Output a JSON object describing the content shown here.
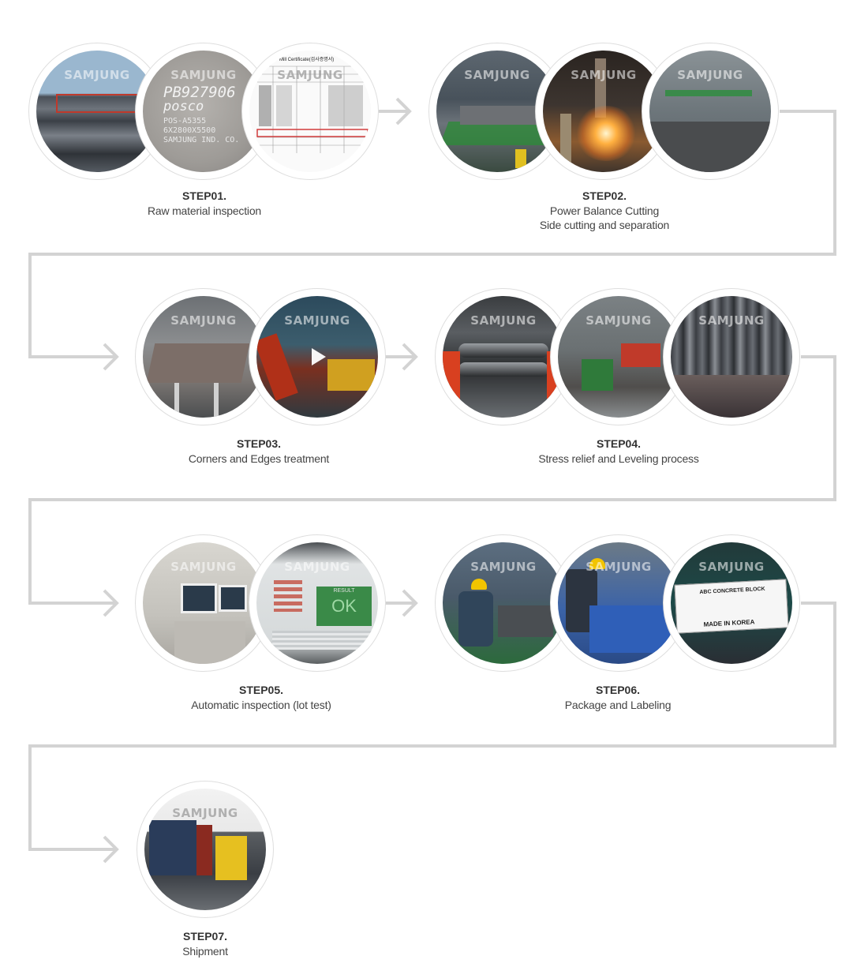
{
  "brand_watermark": "SAMJUNG",
  "colors": {
    "connector": "#d3d3d3",
    "circle_border": "#dedede",
    "text": "#333333"
  },
  "steps": [
    {
      "step": "STEP01.",
      "desc_lines": [
        "Raw material inspection"
      ],
      "photos": [
        "steel-plates-stack-photo",
        "posco-stamp-photo",
        "mill-certificate-photo"
      ],
      "stamp_text": [
        "PB927906",
        "posco",
        "POS-A5355",
        "6X2800X5500",
        "SAMJUNG IND. CO."
      ],
      "doc_title": "Mill Certificate(검사증명서)"
    },
    {
      "step": "STEP02.",
      "desc_lines": [
        "Power Balance Cutting",
        "Side cutting and separation"
      ],
      "photos": [
        "cutting-line-photo",
        "flame-cutting-photo",
        "cutting-hall-photo"
      ]
    },
    {
      "step": "STEP03.",
      "desc_lines": [
        "Corners and Edges treatment"
      ],
      "photos": [
        "edge-conveyor-photo",
        "robot-treatment-video"
      ]
    },
    {
      "step": "STEP04.",
      "desc_lines": [
        "Stress relief and Leveling process"
      ],
      "photos": [
        "leveler-rollers-photo",
        "leveling-line-photo",
        "roller-closeup-photo"
      ]
    },
    {
      "step": "STEP05.",
      "desc_lines": [
        "Automatic inspection (lot test)"
      ],
      "photos": [
        "control-cabinet-photo",
        "inspection-screen-photo"
      ],
      "screen_text": [
        "RESULT",
        "OK"
      ]
    },
    {
      "step": "STEP06.",
      "desc_lines": [
        "Package and Labeling"
      ],
      "photos": [
        "worker-inspection-photo",
        "packaging-photo",
        "product-label-photo"
      ],
      "label_text": [
        "ABC CONCRETE BLOCK",
        "MADE IN KOREA"
      ]
    },
    {
      "step": "STEP07.",
      "desc_lines": [
        "Shipment"
      ],
      "photos": [
        "truck-loading-photo"
      ]
    }
  ]
}
